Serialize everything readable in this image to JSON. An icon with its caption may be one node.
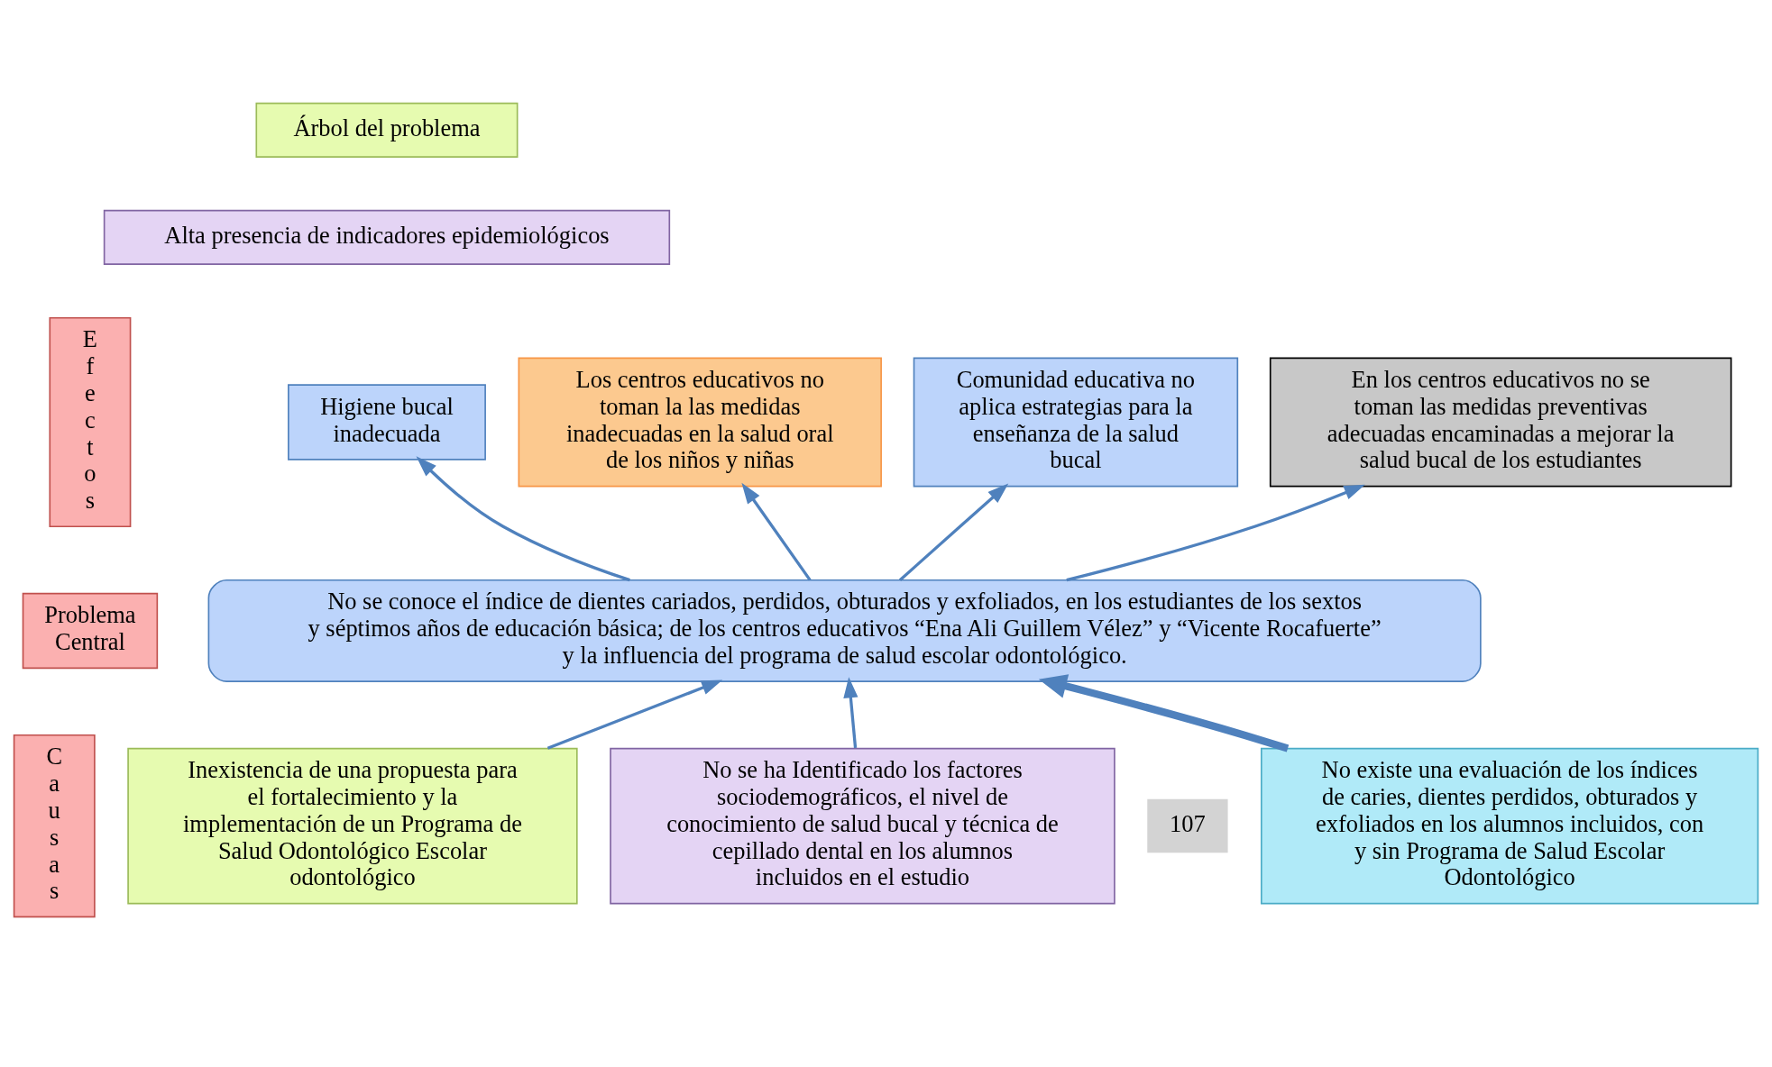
{
  "diagram": {
    "nodes": [
      {
        "text": [
          "Árbol del problema"
        ]
      },
      {
        "text": [
          "Efectos"
        ]
      },
      {
        "text": [
          "Alta presencia de indicadores epidemiológicos"
        ]
      },
      {
        "text": [
          "En los centros educativos no se toman las medidas preventivas adecuadas encaminadas a mejorar la salud bucal de los estudiantes"
        ]
      },
      {
        "text": [
          "Higiene bucal inadecuada"
        ]
      },
      {
        "text": [
          "Los centros educativos no toman la las medidas inadecuadas en la salud oral de los niños y niñas"
        ]
      },
      {
        "text": [
          "Comunidad educativa no aplica estrategias para la enseñanza de la salud bucal"
        ]
      },
      {
        "text": [
          "Problema Central"
        ]
      },
      {
        "text": [
          "No se conoce el índice de dientes cariados, perdidos, obturados y exfoliados, en los estudiantes de los sextos y séptimos años de educación básica; de los centros educativos “Ena Ali Guillem Vélez” y “Vicente Rocafuerte” y la influencia del programa de salud escolar odontológico."
        ]
      },
      {
        "text": [
          "Causas"
        ]
      },
      {
        "text": [
          "No se ha Identificado los factores sociodemográficos, el nivel de conocimiento de salud bucal y técnica de cepillado dental en los alumnos incluidos en el estudio"
        ]
      },
      {
        "text": [
          "No existe una evaluación de los índices de caries, dientes perdidos, obturados y exfoliados en los alumnos incluidos, con y sin Programa de Salud Escolar Odontológico"
        ]
      },
      {
        "text": [
          "Inexistencia de una propuesta para el fortalecimiento y la implementación de un Programa de Salud Odontológico Escolar odontológico"
        ]
      }
    ],
    "edges": [
      {
        "from": 8,
        "to": 3,
        "arrow": "to"
      },
      {
        "from": 8,
        "to": 4,
        "arrow": "to"
      },
      {
        "from": 8,
        "to": 5,
        "arrow": "to"
      },
      {
        "from": 8,
        "to": 6,
        "arrow": "to"
      },
      {
        "from": 10,
        "to": 8,
        "arrow": "to"
      },
      {
        "from": 11,
        "to": 8,
        "arrow": "to",
        "style": "thick"
      },
      {
        "from": 12,
        "to": 8,
        "arrow": "to"
      }
    ],
    "labels": [
      "107"
    ]
  }
}
